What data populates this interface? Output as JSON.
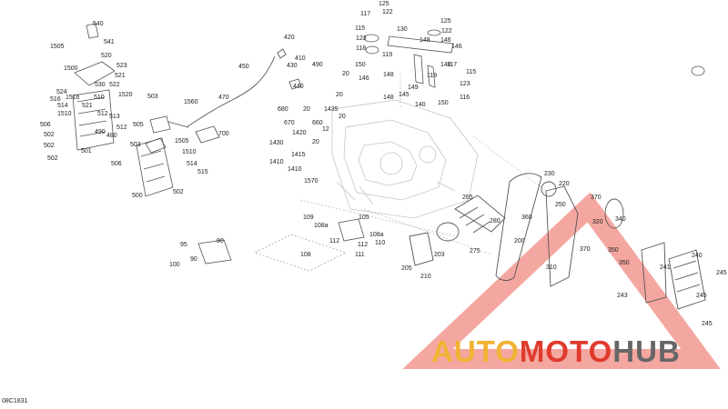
{
  "diagram_code": "08C1831",
  "watermark": {
    "part1": "AUTO",
    "part2": "MOTO",
    "part3": "HUB",
    "colors": {
      "part1": "#f2b233",
      "part2": "#e03a2e",
      "part3": "#666666",
      "logo": "#f08a80"
    }
  },
  "labels": [
    "540",
    "541",
    "520",
    "1505",
    "1500",
    "523",
    "521",
    "530",
    "522",
    "524",
    "1516",
    "510",
    "1520",
    "516",
    "514",
    "521",
    "1510",
    "513",
    "512",
    "512",
    "506",
    "505",
    "490",
    "480",
    "502",
    "502",
    "501",
    "502",
    "503",
    "1560",
    "503",
    "1505",
    "1510",
    "506",
    "514",
    "515",
    "500",
    "502",
    "420",
    "410",
    "450",
    "430",
    "490",
    "470",
    "440",
    "700",
    "680",
    "20",
    "1435",
    "670",
    "660",
    "20",
    "12",
    "1420",
    "1430",
    "20",
    "1415",
    "1410",
    "1410",
    "1570",
    "20",
    "20",
    "117",
    "125",
    "122",
    "115",
    "125",
    "122",
    "123",
    "130",
    "148",
    "146",
    "118",
    "146",
    "150",
    "119",
    "148",
    "117",
    "115",
    "146",
    "148",
    "149",
    "119",
    "123",
    "148",
    "145",
    "140",
    "150",
    "116",
    "230",
    "220",
    "265",
    "250",
    "370",
    "320",
    "340",
    "280",
    "360",
    "275",
    "200",
    "240",
    "245",
    "241",
    "245",
    "245",
    "243",
    "350",
    "310",
    "370",
    "109",
    "105",
    "108a",
    "108a",
    "112",
    "112",
    "110",
    "111",
    "205",
    "203",
    "210",
    "108",
    "80",
    "95",
    "90",
    "100",
    "350"
  ]
}
